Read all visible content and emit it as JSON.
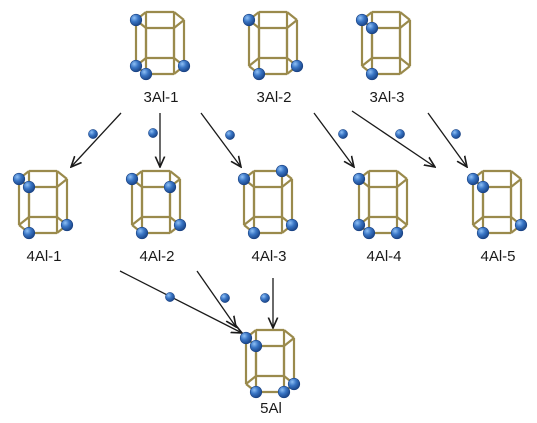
{
  "title": "",
  "colors": {
    "cage": "#9a8a4c",
    "atom": "#2a63b4",
    "atom_highlight": "#7fb0ee",
    "arrow": "#1a1a1a",
    "text": "#1a1a1a"
  },
  "icons": {
    "atom": "blue-sphere-icon",
    "cage": "hexagonal-prism-cage-icon"
  },
  "row_top": [
    {
      "id": "3Al-1",
      "label": "3Al-1"
    },
    {
      "id": "3Al-2",
      "label": "3Al-2"
    },
    {
      "id": "3Al-3",
      "label": "3Al-3"
    }
  ],
  "row_middle": [
    {
      "id": "4Al-1",
      "label": "4Al-1"
    },
    {
      "id": "4Al-2",
      "label": "4Al-2"
    },
    {
      "id": "4Al-3",
      "label": "4Al-3"
    },
    {
      "id": "4Al-4",
      "label": "4Al-4"
    },
    {
      "id": "4Al-5",
      "label": "4Al-5"
    }
  ],
  "row_bottom": [
    {
      "id": "5Al",
      "label": "5Al"
    }
  ],
  "transitions": [
    {
      "from": "3Al-1",
      "to": "4Al-1"
    },
    {
      "from": "3Al-1",
      "to": "4Al-2"
    },
    {
      "from": "3Al-1",
      "to": "4Al-3"
    },
    {
      "from": "3Al-2",
      "to": "4Al-4"
    },
    {
      "from": "3Al-2",
      "to": "4Al-5"
    },
    {
      "from": "3Al-3",
      "to": "4Al-5"
    },
    {
      "from": "4Al-1",
      "to": "5Al"
    },
    {
      "from": "4Al-2",
      "to": "5Al"
    },
    {
      "from": "4Al-3",
      "to": "5Al"
    }
  ]
}
